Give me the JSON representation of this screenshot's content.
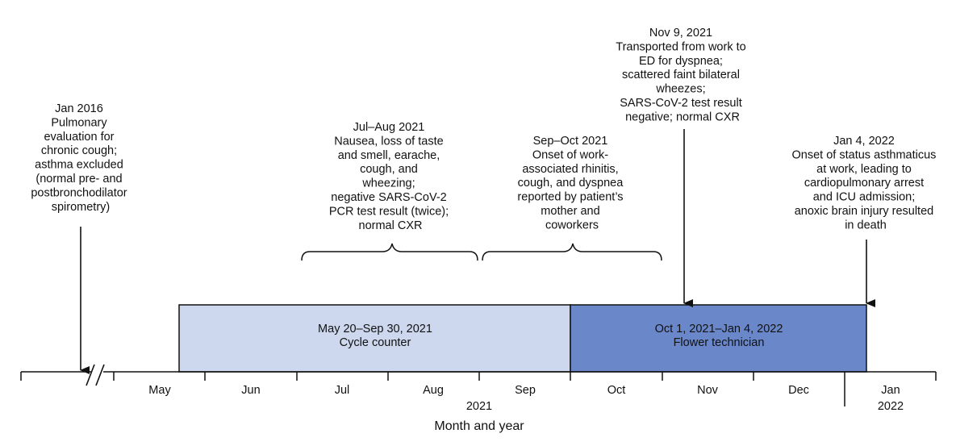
{
  "timeline": {
    "axis_label": "Month and year",
    "months": [
      "May",
      "Jun",
      "Jul",
      "Aug",
      "Sep",
      "Oct",
      "Nov",
      "Dec",
      "Jan"
    ],
    "year_2021": "2021",
    "year_2022": "2022"
  },
  "periods": [
    {
      "range": "May 20–Sep 30, 2021",
      "role": "Cycle counter",
      "color": "#cdd8ef"
    },
    {
      "range": "Oct 1, 2021–Jan 4, 2022",
      "role": "Flower technician",
      "color": "#6a87c9"
    }
  ],
  "events": [
    {
      "lines": [
        "Jan 2016",
        "Pulmonary",
        "evaluation for",
        "chronic cough;",
        "asthma excluded",
        "(normal pre- and",
        "postbronchodilator",
        "spirometry)"
      ]
    },
    {
      "lines": [
        "Jul–Aug 2021",
        "Nausea, loss of taste",
        "and smell, earache,",
        "cough, and",
        "wheezing;",
        "negative SARS-CoV-2",
        "PCR test result (twice);",
        "normal CXR"
      ]
    },
    {
      "lines": [
        "Sep–Oct 2021",
        "Onset of work-",
        "associated rhinitis,",
        "cough, and dyspnea",
        "reported by patient’s",
        "mother and",
        "coworkers"
      ]
    },
    {
      "lines": [
        "Nov 9, 2021",
        "Transported from work to",
        "ED for dyspnea;",
        "scattered faint bilateral",
        "wheezes;",
        "SARS-CoV-2 test result",
        "negative; normal CXR"
      ]
    },
    {
      "lines": [
        "Jan 4, 2022",
        "Onset of status asthmaticus",
        "at work, leading to",
        "cardiopulmonary arrest",
        "and ICU admission;",
        "anoxic brain injury resulted",
        "in death"
      ]
    }
  ]
}
